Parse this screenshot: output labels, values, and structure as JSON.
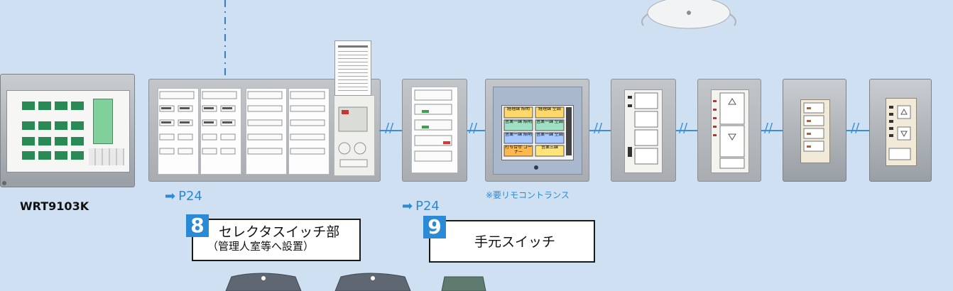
{
  "model_label": "WRT9103K",
  "ref_left": "P24",
  "ref_right": "P24",
  "section8": {
    "number": "8",
    "title": "セレクタスイッチ部",
    "subtitle": "（管理人室等へ設置）"
  },
  "section9": {
    "number": "9",
    "title": "手元スイッチ"
  },
  "note": "※要リモコントランス",
  "touch_panel": {
    "tiles": [
      "経理課 照明",
      "経理課 空調",
      "営業一課 照明",
      "営業一課 空調",
      "営業一課 照明",
      "営業一課 空調",
      "打ち合せ コーナー",
      "営業三課"
    ]
  },
  "colors": {
    "background": "#cfe0f3",
    "accent_blue": "#2a8ad6",
    "wire_blue": "#3a8fd8"
  }
}
